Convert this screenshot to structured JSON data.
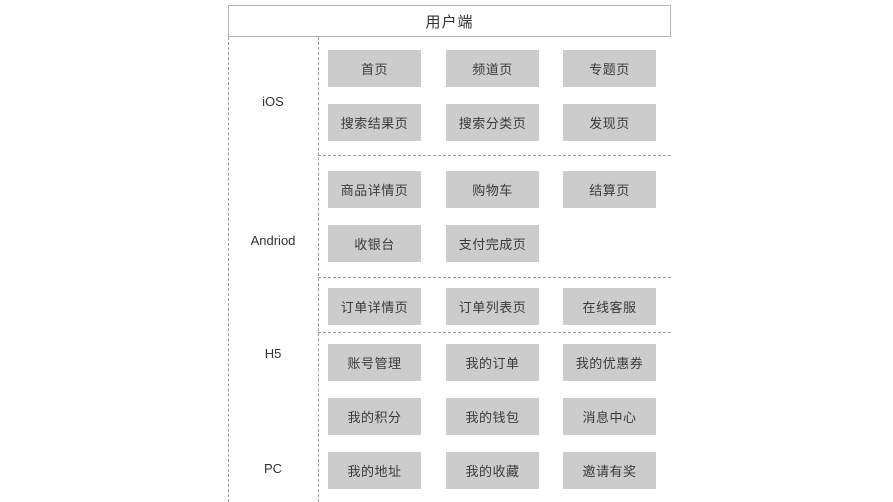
{
  "diagram": {
    "title": "用户端",
    "colors": {
      "card_fill": "#cccccc",
      "card_text": "#3a3a3a",
      "line": "#9a9a9a",
      "header_border": "#b4b4b4",
      "background": "#ffffff"
    },
    "platforms": [
      {
        "label": "iOS"
      },
      {
        "label": "Andriod"
      },
      {
        "label": "H5"
      },
      {
        "label": "PC"
      }
    ],
    "rows": [
      {
        "cards": [
          "首页",
          "频道页",
          "专题页"
        ]
      },
      {
        "cards": [
          "搜索结果页",
          "搜索分类页",
          "发现页"
        ]
      },
      {
        "cards": [
          "商品详情页",
          "购物车",
          "结算页"
        ]
      },
      {
        "cards": [
          "收银台",
          "支付完成页"
        ]
      },
      {
        "cards": [
          "订单详情页",
          "订单列表页",
          "在线客服"
        ]
      },
      {
        "cards": [
          "账号管理",
          "我的订单",
          "我的优惠券"
        ]
      },
      {
        "cards": [
          "我的积分",
          "我的钱包",
          "消息中心"
        ]
      },
      {
        "cards": [
          "我的地址",
          "我的收藏",
          "邀请有奖"
        ]
      }
    ]
  }
}
